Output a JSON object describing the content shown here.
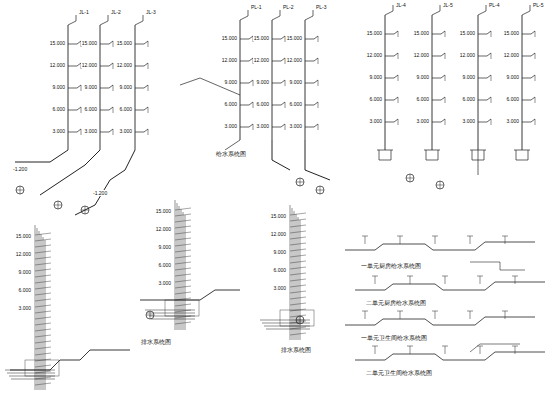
{
  "diagram": {
    "labels": [
      "JL-1",
      "JL-2",
      "JL-3",
      "PL-1",
      "PL-2",
      "PL-3",
      "JL-4",
      "JL-5",
      "PL-4",
      "PL-5",
      "15.000",
      "12.000",
      "9.000",
      "6.000",
      "3.000",
      "15.000",
      "12.000",
      "9.000",
      "6.000",
      "3.000",
      "15.000",
      "12.000",
      "9.000",
      "6.000",
      "3.000",
      "15.000",
      "12.000",
      "9.000",
      "6.000",
      "3.000",
      "15.000",
      "12.000",
      "9.000",
      "6.000",
      "3.000",
      "15.000",
      "12.000",
      "9.000",
      "6.000",
      "3.000",
      "15.000",
      "12.000",
      "9.000",
      "6.000",
      "3.000",
      "15.000",
      "12.000",
      "9.000",
      "6.000",
      "3.000",
      "15.000",
      "12.000",
      "9.000",
      "6.000",
      "3.000",
      "15.000",
      "12.000",
      "9.000",
      "6.000",
      "3.000",
      "15.000",
      "12.000",
      "9.000",
      "6.000",
      "3.000",
      "15.000",
      "12.000",
      "9.000",
      "6.000",
      "3.000",
      "15.000",
      "12.000",
      "9.000",
      "6.000",
      "3.000",
      "-1.200",
      "-1.200",
      "给水系统图",
      "排水系统图",
      "排水系统图",
      "一单元厨房给水系统图",
      "二单元厨房给水系统图",
      "一单元卫生间给水系统图",
      "二单元卫生间给水系统图"
    ]
  }
}
